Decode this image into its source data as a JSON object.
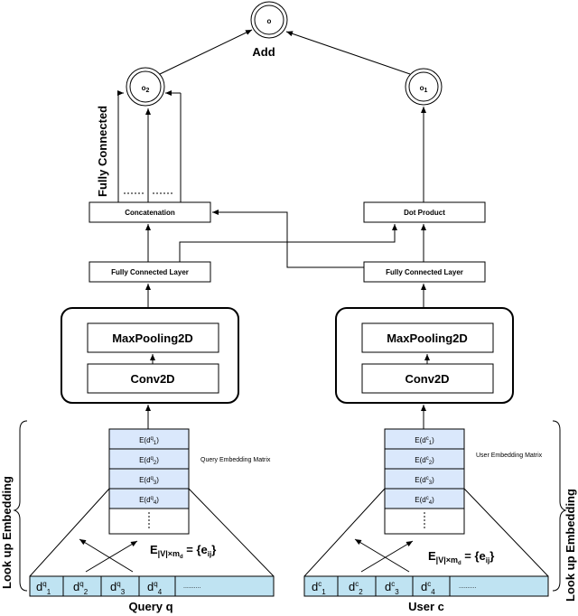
{
  "top": {
    "output_node": "o",
    "add_label": "Add",
    "o2_main": "o",
    "o2_sub": "2",
    "o1_main": "o",
    "o1_sub": "1"
  },
  "left": {
    "fully_connected_vertical": "Fully Connected",
    "concatenation": "Concatenation",
    "fc_layer": "Fully Connected Layer",
    "maxpool": "MaxPooling2D",
    "conv": "Conv2D",
    "matrix_label": "Query Embedding Matrix",
    "cells": [
      {
        "pre": "E(d",
        "sup": "q",
        "sub": "1",
        "post": ")"
      },
      {
        "pre": "E(d",
        "sup": "q",
        "sub": "2",
        "post": ")"
      },
      {
        "pre": "E(d",
        "sup": "q",
        "sub": "3",
        "post": ")"
      },
      {
        "pre": "E(d",
        "sup": "q",
        "sub": "4",
        "post": ")"
      }
    ],
    "formula": {
      "pre": "E",
      "sub": "|V|×m",
      "subsub": "d",
      "post": " = {e",
      "post_sub": "ij",
      "end": "}"
    },
    "tokens": [
      {
        "base": "d",
        "sup": "q",
        "sub": "1"
      },
      {
        "base": "d",
        "sup": "q",
        "sub": "2"
      },
      {
        "base": "d",
        "sup": "q",
        "sub": "3"
      },
      {
        "base": "d",
        "sup": "q",
        "sub": "4"
      }
    ],
    "ellipsis": "..........",
    "caption": "Query q",
    "side_label": "Look up Embedding"
  },
  "right": {
    "dot_product": "Dot Product",
    "fc_layer": "Fully Connected Layer",
    "maxpool": "MaxPooling2D",
    "conv": "Conv2D",
    "matrix_label": "User Embedding Matrix",
    "cells": [
      {
        "pre": "E(d",
        "sup": "c",
        "sub": "1",
        "post": ")"
      },
      {
        "pre": "E(d",
        "sup": "c",
        "sub": "2",
        "post": ")"
      },
      {
        "pre": "E(d",
        "sup": "c",
        "sub": "3",
        "post": ")"
      },
      {
        "pre": "E(d",
        "sup": "c",
        "sub": "4",
        "post": ")"
      }
    ],
    "formula": {
      "pre": "E",
      "sub": "|V|×m",
      "subsub": "d",
      "post": " = {e",
      "post_sub": "ij",
      "end": "}"
    },
    "tokens": [
      {
        "base": "d",
        "sup": "c",
        "sub": "1"
      },
      {
        "base": "d",
        "sup": "c",
        "sub": "2"
      },
      {
        "base": "d",
        "sup": "c",
        "sub": "3"
      },
      {
        "base": "d",
        "sup": "c",
        "sub": "4"
      }
    ],
    "ellipsis": "..........",
    "caption": "User c",
    "side_label": "Look up Embedding"
  }
}
